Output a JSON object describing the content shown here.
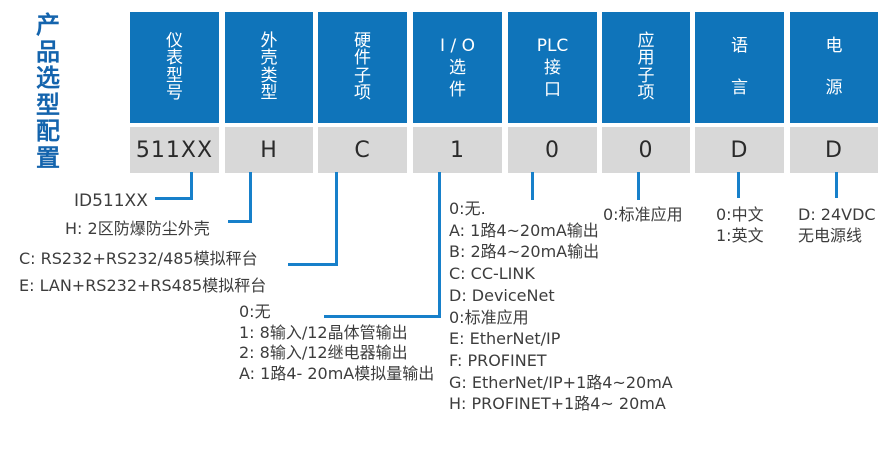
{
  "title": {
    "text": "产\n品\n选\n型\n配\n置"
  },
  "colors": {
    "header_blue": "#0f74ba",
    "connector_blue": "#1780ca",
    "title_blue": "#1464ad",
    "value_gray": "#d8d8d8",
    "annotation_text": "#3d3d3d"
  },
  "columns": [
    {
      "id": "instrument-model",
      "header": "仪\n表\n型\n号",
      "value": "511XX"
    },
    {
      "id": "enclosure-type",
      "header": "外\n壳\n类\n型",
      "value": "H"
    },
    {
      "id": "hardware-subitem",
      "header": "硬\n件\n子\n项",
      "value": "C"
    },
    {
      "id": "io-option",
      "header": "I / O\n选\n件",
      "value": "1"
    },
    {
      "id": "plc-interface",
      "header": "PLC\n接\n口",
      "value": "0"
    },
    {
      "id": "application-subitem",
      "header": "应\n用\n子\n项",
      "value": "0"
    },
    {
      "id": "language",
      "header": "语\n\n言",
      "value": "D"
    },
    {
      "id": "power-supply",
      "header": "电\n\n源",
      "value": "D"
    }
  ],
  "annotations": {
    "model": "ID511XX",
    "enclosure": "H: 2区防爆防尘外壳",
    "hardware": "C: RS232+RS232/485模拟秤台\nE: LAN+RS232+RS485模拟秤台",
    "io": "0:无\n1: 8输入/12晶体管输出\n2: 8输入/12继电器输出\nA: 1路4- 20mA模拟量输出",
    "plc": "0:无.\nA: 1路4~20mA输出\nB: 2路4~20mA输出\nC: CC-LINK\nD: DeviceNet\n0:标准应用\nE: EtherNet/IP\nF: PROFINET\nG: EtherNet/IP+1路4~20mA\nH: PROFINET+1路4~ 20mA",
    "application": "0:标准应用",
    "language": "0:中文\n1:英文",
    "power": "D: 24VDC\n无电源线"
  }
}
